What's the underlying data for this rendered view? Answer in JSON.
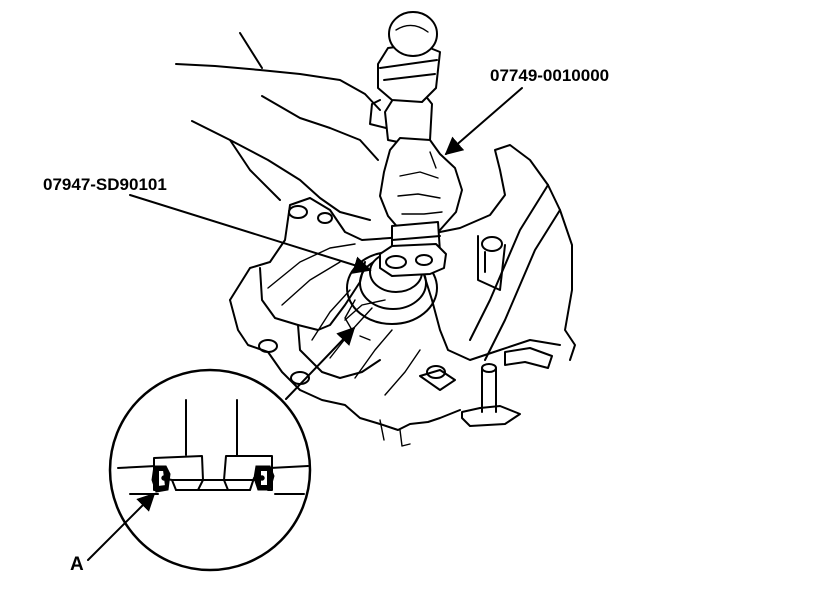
{
  "diagram": {
    "callouts": {
      "driver_tool": "07749-0010000",
      "installer_attachment": "07947-SD90101",
      "detail_part": "A"
    }
  }
}
